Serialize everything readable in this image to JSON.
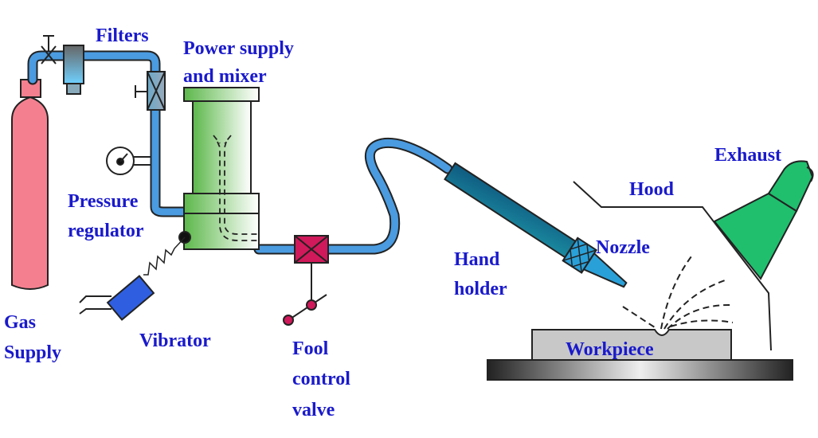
{
  "labels": {
    "filters": "Filters",
    "power_supply_1": "Power supply",
    "power_supply_2": "and mixer",
    "pressure_1": "Pressure",
    "pressure_2": "regulator",
    "gas_1": "Gas",
    "gas_2": "Supply",
    "vibrator": "Vibrator",
    "foot_1": "Fool",
    "foot_2": "control",
    "foot_3": "valve",
    "hand_1": "Hand",
    "hand_2": "holder",
    "nozzle": "Nozzle",
    "hood": "Hood",
    "exhaust": "Exhaust",
    "workpiece": "Workpiece"
  },
  "colors": {
    "label": "#1a1acc",
    "pipe": "#4a9be0",
    "cylinder": "#f4808f",
    "mixer": "#5cb84a",
    "valve": "#d0195a",
    "holder": "#0f6a8a",
    "nozzle": "#2aa0d8",
    "exhaust": "#1fbf6e",
    "vibrator": "#2f5fe0",
    "workpiece": "#c8c8c8"
  }
}
